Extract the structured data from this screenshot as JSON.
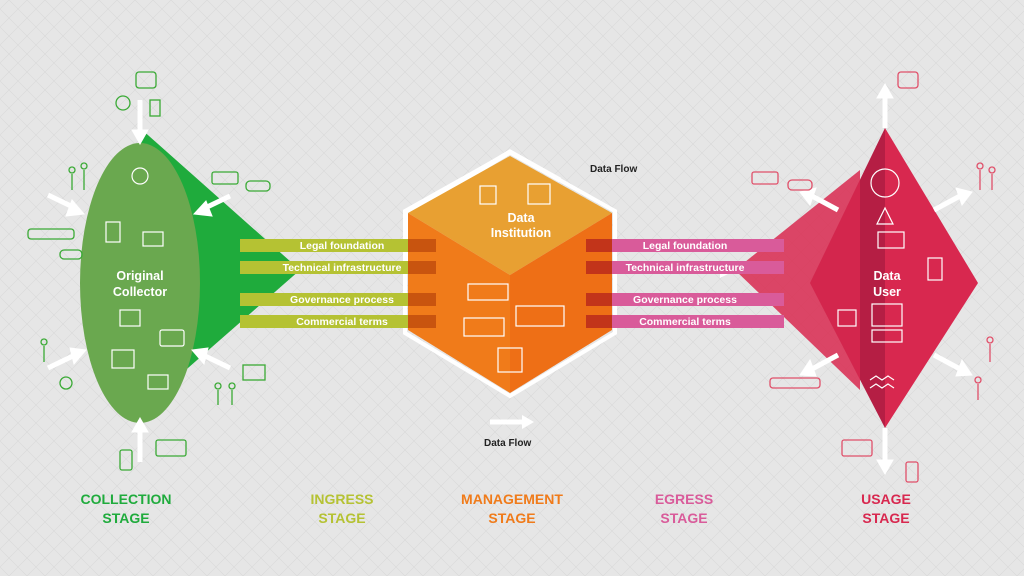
{
  "colors": {
    "background": "#e6e6e6",
    "collection": "#6aa84f",
    "collection_dark": "#1fab3c",
    "ingress": "#b5c233",
    "management": "#f07b1a",
    "management_light": "#e8a032",
    "egress": "#d95b9a",
    "usage": "#d8284f",
    "usage_dark": "#b51e44"
  },
  "nodes": {
    "collector": {
      "line1": "Original",
      "line2": "Collector"
    },
    "institution": {
      "line1": "Data",
      "line2": "Institution"
    },
    "user": {
      "line1": "Data",
      "line2": "User"
    }
  },
  "ingress_bars": [
    "Legal foundation",
    "Technical infrastructure",
    "Governance process",
    "Commercial terms"
  ],
  "egress_bars": [
    "Legal foundation",
    "Technical infrastructure",
    "Governance process",
    "Commercial terms"
  ],
  "flow_labels": {
    "top": "Data Flow",
    "bottom": "Data Flow"
  },
  "stages": {
    "collection": {
      "line1": "COLLECTION",
      "line2": "STAGE"
    },
    "ingress": {
      "line1": "INGRESS",
      "line2": "STAGE"
    },
    "management": {
      "line1": "MANAGEMENT",
      "line2": "STAGE"
    },
    "egress": {
      "line1": "EGRESS",
      "line2": "STAGE"
    },
    "usage": {
      "line1": "USAGE",
      "line2": "STAGE"
    }
  },
  "icons": {
    "collection": [
      "clock-icon",
      "door-icon",
      "meter-icon",
      "people-icon",
      "train-icon",
      "car-icon",
      "van-icon",
      "person-icon",
      "network-icon",
      "bus-icon",
      "phone-icon",
      "laptop-icon"
    ],
    "usage": [
      "meter-icon",
      "person-icon",
      "van-icon",
      "car-icon",
      "train-icon",
      "bus-icon",
      "phone-icon",
      "people-icon"
    ]
  }
}
